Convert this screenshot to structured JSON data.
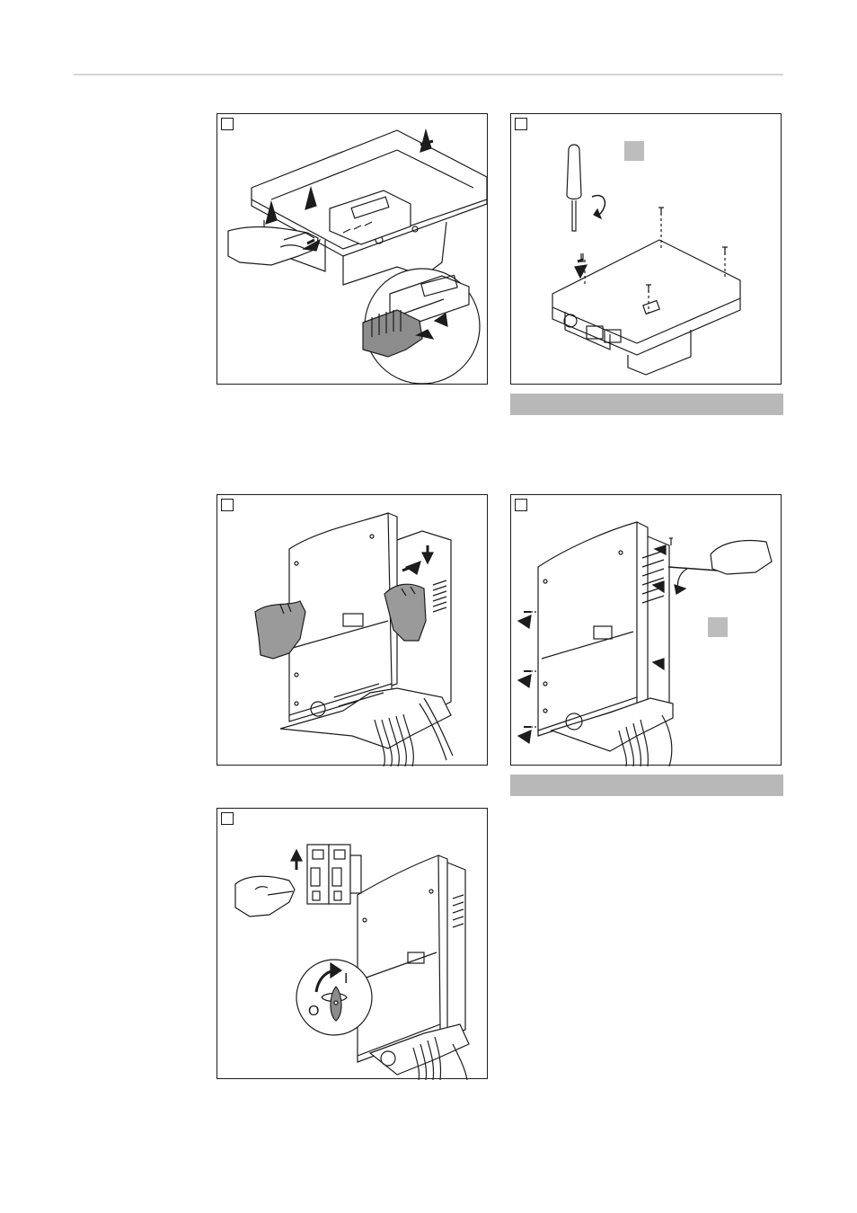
{
  "page": {
    "colors": {
      "rule": "#d4d4d4",
      "frame": "#1c1c1c",
      "caption_bar": "#b8b8b8",
      "marker": "#bdbdbd",
      "hand": "#9a9a9a"
    }
  },
  "panels": [
    {
      "id": "panel-1",
      "step_number": "",
      "illustration": "front-cover-and-display-plug-in"
    },
    {
      "id": "panel-2",
      "step_number": "",
      "illustration": "screw-front-cover",
      "has_marker": true,
      "has_caption_bar": true
    },
    {
      "id": "panel-3",
      "step_number": "",
      "illustration": "attach-side-panels"
    },
    {
      "id": "panel-4",
      "step_number": "",
      "illustration": "screw-side-panels",
      "has_marker": true,
      "has_caption_bar": true
    },
    {
      "id": "panel-5",
      "step_number": "",
      "illustration": "switch-on-breaker-and-dc-switch",
      "switch_labels": {
        "on": "I",
        "off": "O"
      }
    }
  ]
}
